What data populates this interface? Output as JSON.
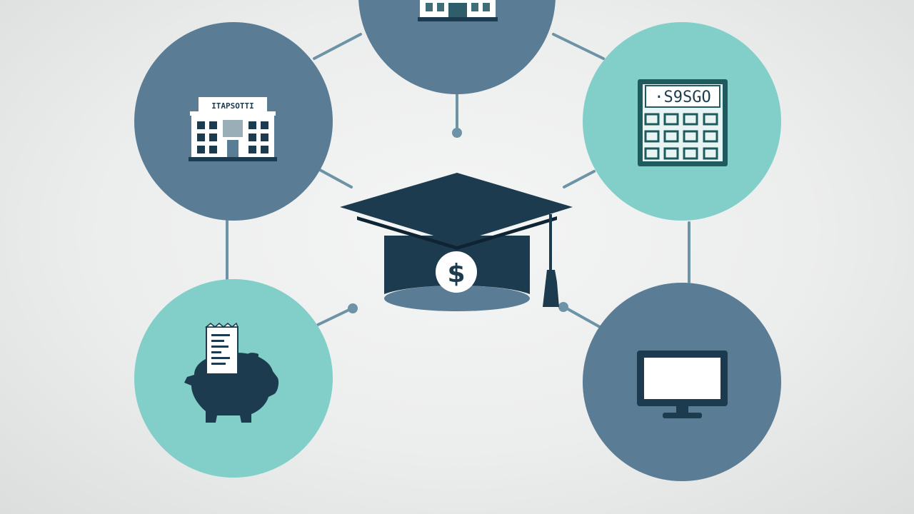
{
  "diagram": {
    "palette": {
      "background": "#eceded",
      "slate_circle": "#5a7d95",
      "teal_circle": "#82cfc9",
      "connector": "#6d93a6",
      "icon_dark": "#1d3b4f",
      "icon_light": "#ffffff"
    },
    "center": {
      "icon": "graduation-cap-dollar-icon",
      "currency_symbol": "$"
    },
    "nodes": [
      {
        "id": "top",
        "icon": "school-building-icon",
        "color": "slate"
      },
      {
        "id": "upper-left",
        "icon": "university-building-icon",
        "color": "slate",
        "sign_text": "ITAPSOTTI"
      },
      {
        "id": "upper-right",
        "icon": "calculator-icon",
        "color": "teal",
        "display_text": "·S9SGO"
      },
      {
        "id": "lower-left",
        "icon": "piggy-bank-receipt-icon",
        "color": "teal"
      },
      {
        "id": "lower-right",
        "icon": "computer-monitor-icon",
        "color": "slate"
      }
    ]
  }
}
